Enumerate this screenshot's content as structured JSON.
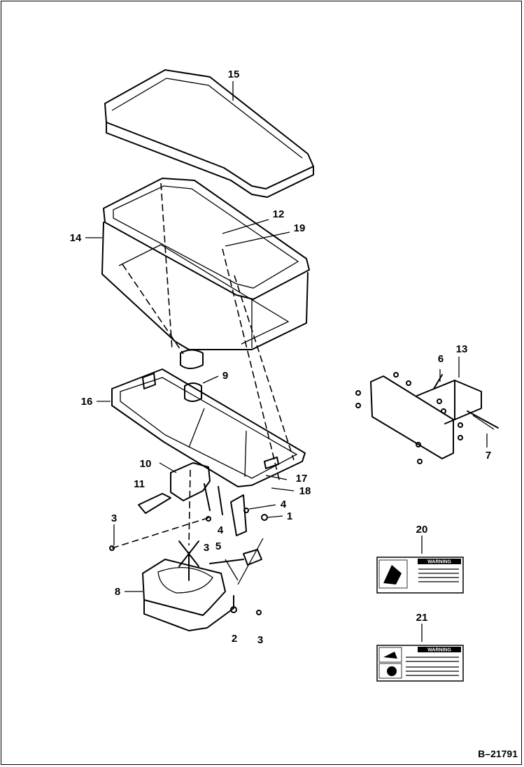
{
  "diagram": {
    "callouts": {
      "c1": "1",
      "c2": "2",
      "c3a": "3",
      "c3b": "3",
      "c3c": "3",
      "c4a": "4",
      "c4b": "4",
      "c5": "5",
      "c6": "6",
      "c7": "7",
      "c8": "8",
      "c9": "9",
      "c10": "10",
      "c11": "11",
      "c12": "12",
      "c13": "13",
      "c14": "14",
      "c15": "15",
      "c16": "16",
      "c17": "17",
      "c18": "18",
      "c19": "19",
      "c20": "20",
      "c21": "21"
    },
    "decals": {
      "decal20_heading": "WARNING",
      "decal21_heading": "WARNING"
    },
    "reference": "B–21791"
  }
}
